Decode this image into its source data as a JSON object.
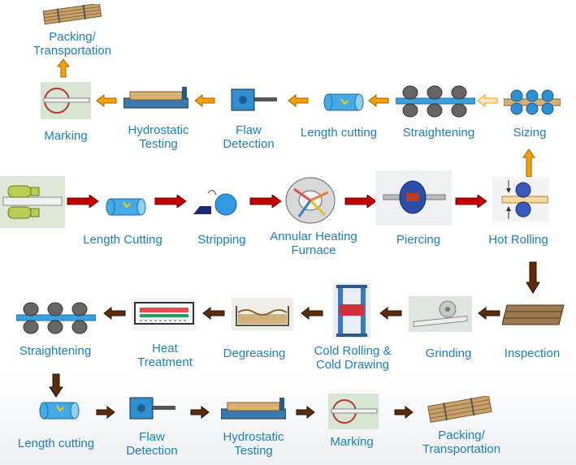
{
  "row1": {
    "packing_top": "Packing/ Transportation"
  },
  "row2": {
    "marking": "Marking",
    "hydrostatic": "Hydrostatic Testing",
    "flaw": "Flaw Detection",
    "length_cutting": "Length cutting",
    "straightening": "Straightening",
    "sizing": "Sizing"
  },
  "row3": {
    "length_cutting": "Length Cutting",
    "stripping": "Stripping",
    "furnace": "Annular Heating Furnace",
    "piercing": "Piercing",
    "hot_rolling": "Hot Rolling"
  },
  "row4": {
    "straightening": "Straightening",
    "heat_treatment": "Heat Treatment",
    "degreasing": "Degreasing",
    "cold_rolling": "Cold Rolling & Cold Drawing",
    "grinding": "Grinding",
    "inspection": "Inspection"
  },
  "row5": {
    "length_cutting": "Length cutting",
    "flaw": "Flaw Detection",
    "hydrostatic": "Hydrostatic Testing",
    "marking": "Marking",
    "packing": "Packing/ Transportation"
  },
  "colors": {
    "label": "#1a7fc0",
    "orange_arrow": "#f5a000",
    "red_arrow": "#c00000",
    "brown_arrow": "#5a2d0c",
    "pipe_blue": "#3aa0e0"
  }
}
